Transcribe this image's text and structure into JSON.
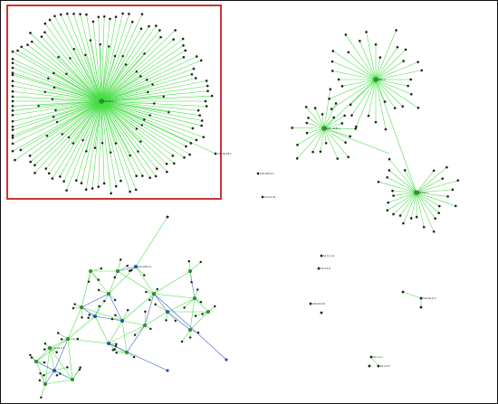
{
  "graph": {
    "frame_color": "#111111",
    "highlight_color": "#cc3333",
    "edge_color": "#44dd44",
    "edge_color_alt": "#3355cc",
    "node_color": "#2e9a2e",
    "node_color_alt": "#1f4fd0",
    "node_color_dark": "#222222"
  },
  "labels": {
    "hub_a": "100.64.1.1",
    "hub_b": "fd00::1",
    "hub_c": "2001:db8::1",
    "hub_d": "10.0.0.1",
    "hub_e": "192.168.1.1",
    "hub_f": "172.16.0.1",
    "far_1": "172.16.28.1",
    "far_2": "192.168.4.1",
    "far_3": "10.0.0.42",
    "far_4": "10.0.1.12",
    "far_5": "10.0.3.8",
    "far_6": "100.64.0.9",
    "far_7": "100.64.2.3",
    "far_8": "10.1.1.1",
    "far_9": "10.2.5.5"
  }
}
